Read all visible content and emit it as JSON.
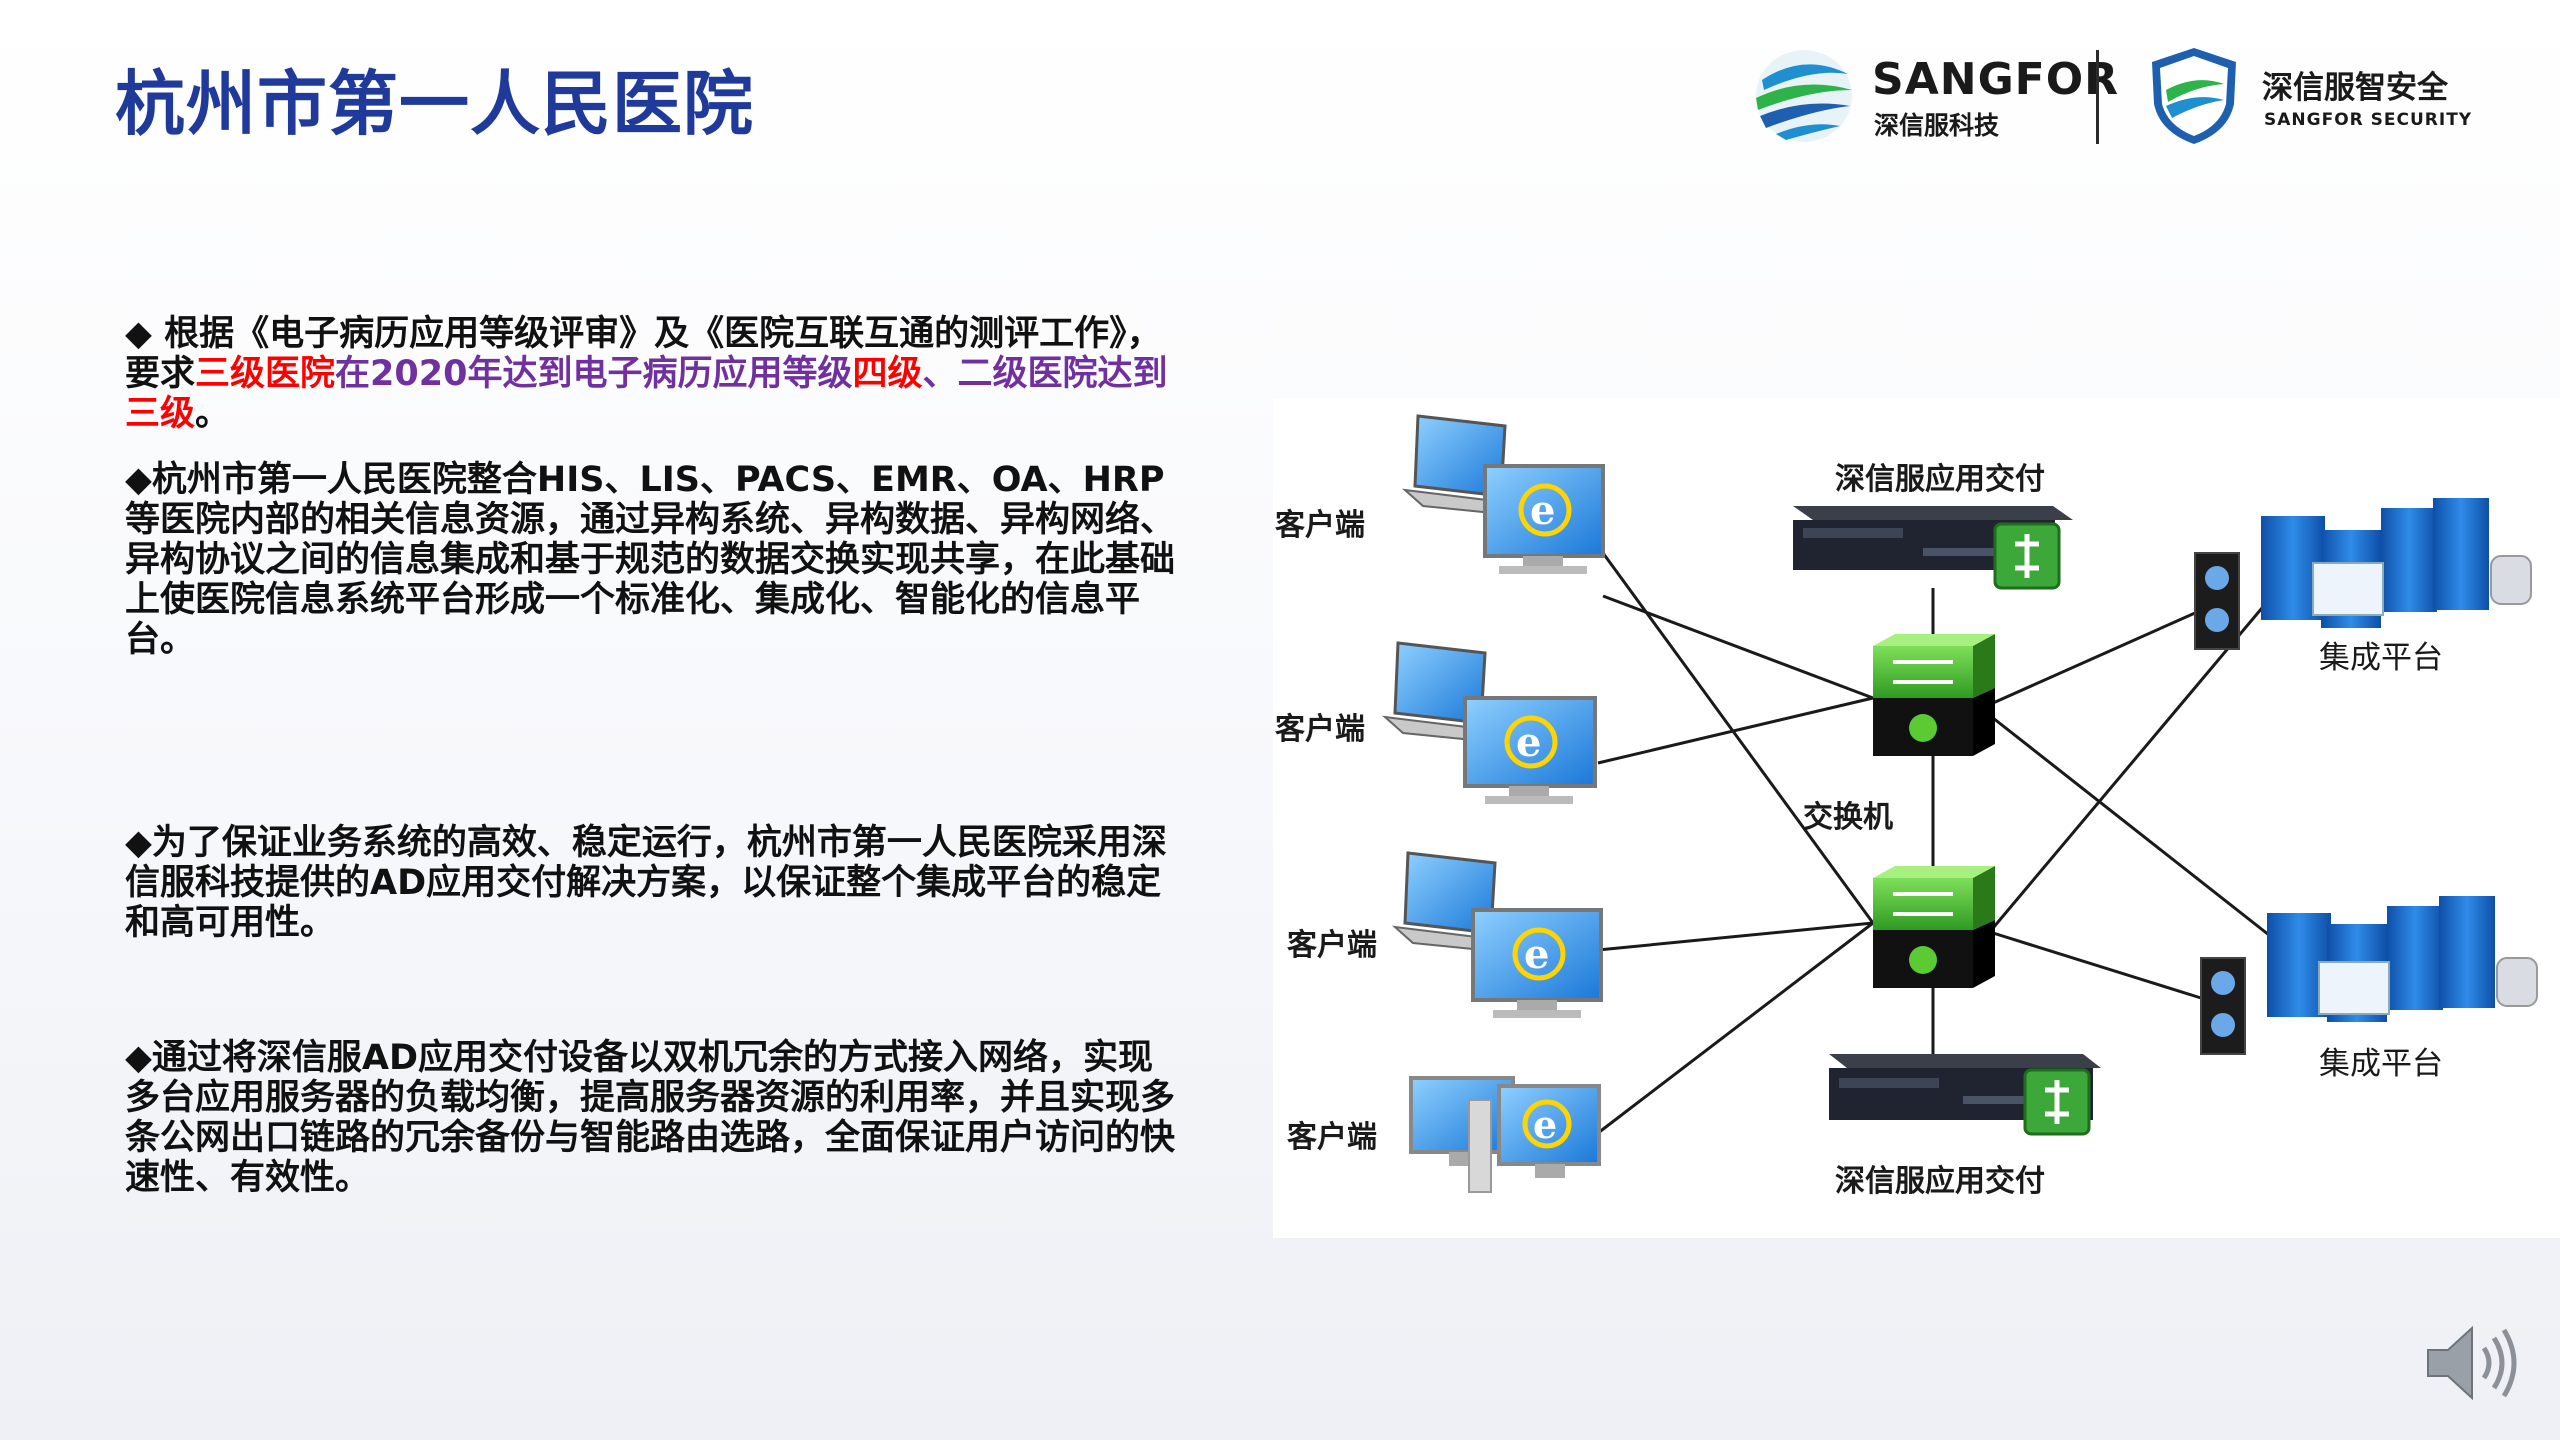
{
  "page": {
    "title": "杭州市第一人民医院"
  },
  "logos": {
    "sangfor_name": "SANGFOR",
    "sangfor_cn": "深信服科技",
    "security_cn": "深信服智安全",
    "security_en": "SANGFOR SECURITY"
  },
  "paragraphs": {
    "p1_a": "◆ 根据《电子病历应用等级评审》及《医院互联互通的测评工作》，要求",
    "p1_b": "三级医院",
    "p1_c": "在2020年达到电子病历应用等级",
    "p1_d": "四级",
    "p1_e": "、二级医院达到",
    "p1_f": "三级",
    "p1_g": "。",
    "p2": "◆杭州市第一人民医院整合HIS、LIS、PACS、EMR、OA、HRP等医院内部的相关信息资源，通过异构系统、异构数据、异构网络、异构协议之间的信息集成和基于规范的数据交换实现共享，在此基础上使医院信息系统平台形成一个标准化、集成化、智能化的信息平台。",
    "p3": "◆为了保证业务系统的高效、稳定运行，杭州市第一人民医院采用深信服科技提供的AD应用交付解决方案，以保证整个集成平台的稳定和高可用性。",
    "p4": "◆通过将深信服AD应用交付设备以双机冗余的方式接入网络，实现多台应用服务器的负载均衡，提高服务器资源的利用率，并且实现多条公网出口链路的冗余备份与智能路由选路，全面保证用户访问的快速性、有效性。"
  },
  "diagram": {
    "client_1": "客户端",
    "client_2": "客户端",
    "client_3": "客户端",
    "client_4": "客户端",
    "ad_top": "深信服应用交付",
    "ad_bottom": "深信服应用交付",
    "switch": "交换机",
    "platform_1": "集成平台",
    "platform_2": "集成平台"
  },
  "colors": {
    "title": "#1f3a9a",
    "highlight_red": "#ff0000",
    "highlight_purple": "#7030a0",
    "switch_green": "#58c23a"
  }
}
